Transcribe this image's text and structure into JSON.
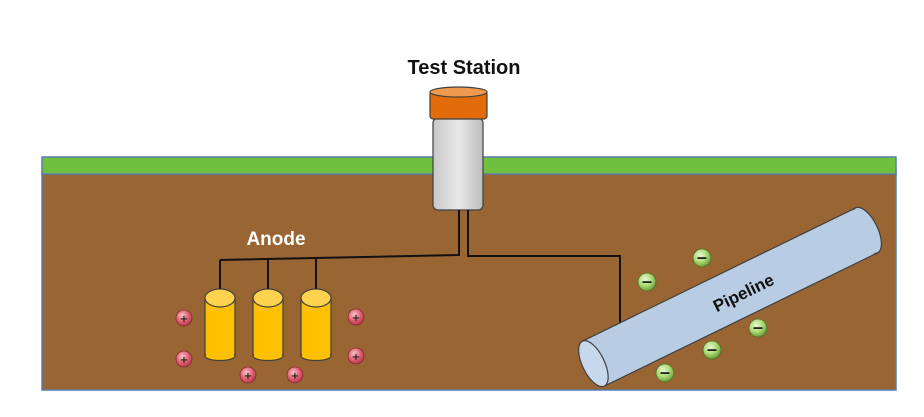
{
  "labels": {
    "test_station": "Test Station",
    "anode": "Anode",
    "pipeline": "Pipeline"
  },
  "ions": {
    "positive_symbol": "+",
    "negative_symbol": "−"
  },
  "colors": {
    "soil": "#996633",
    "grass": "#70c040",
    "cap": "#e36c0a",
    "post": "#d9d9d9",
    "anode": "#ffc000",
    "pipe": "#b8cce4",
    "positive_ion": "#e06070",
    "negative_ion": "#a6d86e"
  }
}
